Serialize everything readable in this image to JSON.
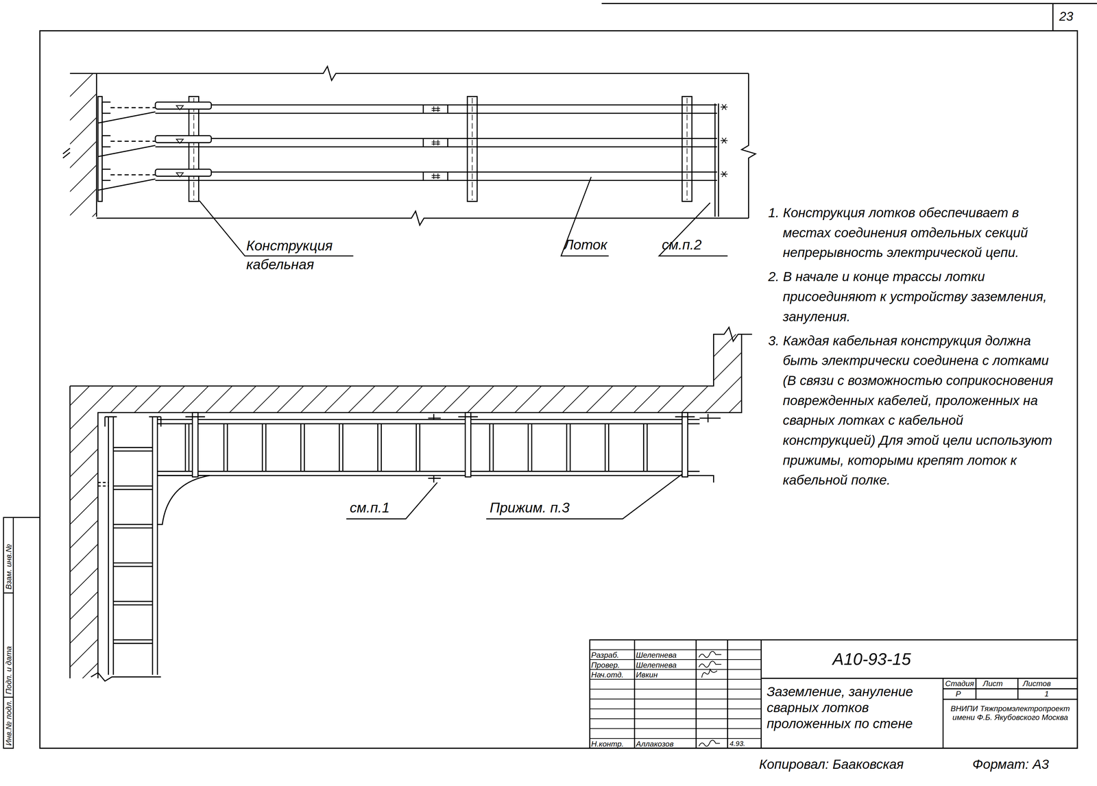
{
  "diagram": {
    "labels": [
      "23",
      "Конструкция кабельная",
      "Лоток",
      "см.п.2",
      "1. Конструкция лотков обеспечивает в местах соединения отдельных секций непрерывность электрической цепи.",
      "2. В начале и конце трассы лотки присоединяют к устройству заземления, зануления.",
      "3. Каждая кабельная конструкция должна быть электрически соединена с лотками (В связи с возможностью соприкосновения поврежденных кабелей, проложенных на сварных лотках с кабельной конструкцией) Для этой цели используют прижимы, которыми крепят лоток к кабельной полке.",
      "см.п.1",
      "Прижим. п.3",
      "Разраб.",
      "Шелепнева",
      "Провер.",
      "Шелепнева",
      "Нач.отд.",
      "Ивкин",
      "Н.контр.",
      "Аллакозов",
      "4.93.",
      "А10-93-15",
      "Заземление, зануление сварных лотков проложенных по стене",
      "Стадия",
      "Лист",
      "Листов",
      "Р",
      "1",
      "ВНИПИ Тяжпромэлектропроект имени Ф.Б. Якубовского Москва",
      "Копировал: Бааковская",
      "Формат: А3",
      "Инв.№ подл.",
      "Подп. и дата",
      "Взам. инв.№"
    ]
  }
}
